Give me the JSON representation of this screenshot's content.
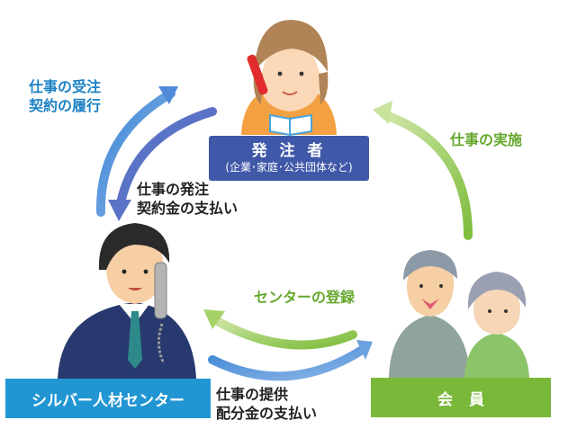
{
  "client_box": {
    "title": "発 注 者",
    "subtitle": "(企業･家庭･公共団体など)"
  },
  "center_box": {
    "label": "シルバー人材センター"
  },
  "member_box": {
    "label": "会員"
  },
  "captions": {
    "order_receive": [
      "仕事の受注",
      "契約の履行"
    ],
    "order_place": [
      "仕事の発注",
      "契約金の支払い"
    ],
    "work_impl": "仕事の実施",
    "register": "センターの登録",
    "provide": [
      "仕事の提供",
      "配分金の支払い"
    ]
  },
  "colors": {
    "client_box": "#3f58a8",
    "center_box": "#2196d3",
    "member_box": "#7ab83a",
    "blue_text": "#1e82c4",
    "green_text": "#66a82e",
    "blue_arrow": "#5a8fd0",
    "green_arrow": "#9acb58"
  }
}
